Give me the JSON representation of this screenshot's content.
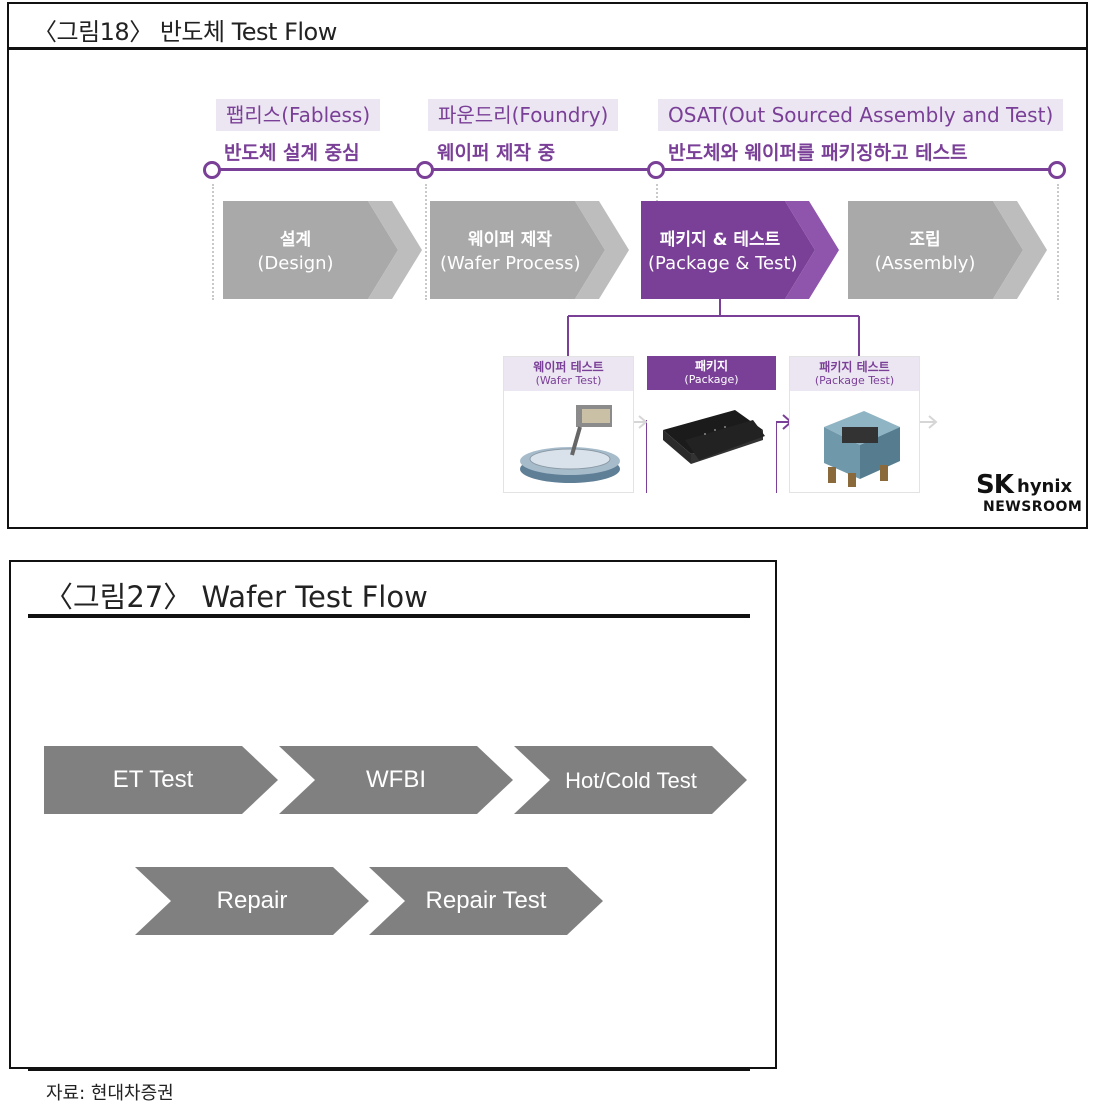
{
  "figure1": {
    "title": "〈그림18〉 반도체 Test Flow",
    "phases": [
      {
        "label": "팹리스(Fabless)",
        "desc": "반도체 설계 중심"
      },
      {
        "label": "파운드리(Foundry)",
        "desc": "웨이퍼 제작 중"
      },
      {
        "label": "OSAT(Out Sourced Assembly and Test)",
        "desc": "반도체와 웨이퍼를 패키징하고 테스트"
      }
    ],
    "steps": [
      {
        "name": "설계",
        "sub": "(Design)",
        "highlight": false
      },
      {
        "name": "웨이퍼 제작",
        "sub": "(Wafer Process)",
        "highlight": false
      },
      {
        "name": "패키지 & 테스트",
        "sub": "(Package & Test)",
        "highlight": true
      },
      {
        "name": "조립",
        "sub": "(Assembly)",
        "highlight": false
      }
    ],
    "substeps": [
      {
        "name": "웨이퍼 테스트",
        "sub": "(Wafer Test)",
        "icon": "wafer-prober-icon"
      },
      {
        "name": "패키지",
        "sub": "(Package)",
        "icon": "chip-package-icon"
      },
      {
        "name": "패키지 테스트",
        "sub": "(Package Test)",
        "icon": "test-socket-icon"
      }
    ],
    "logo": {
      "brand": "SK",
      "product": "hynix",
      "sub": "NEWSROOM"
    },
    "colors": {
      "accent": "#7a3f97",
      "step_gray": "#a9a9a9",
      "light_purple": "#ece6f2"
    }
  },
  "figure2": {
    "title": "〈그림27〉 Wafer Test Flow",
    "row1": [
      "ET Test",
      "WFBI",
      "Hot/Cold Test"
    ],
    "row2": [
      "Repair",
      "Repair Test"
    ],
    "source": "자료: 현대차증권",
    "colors": {
      "chevron": "#808080"
    }
  }
}
